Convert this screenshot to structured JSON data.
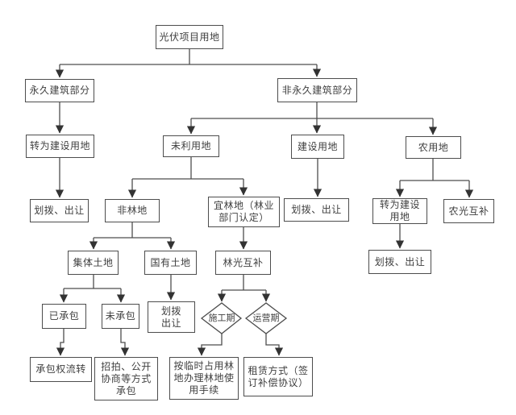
{
  "diagram": {
    "type": "flowchart",
    "title_node": "光伏项目用地",
    "nodes": {
      "pv_project_land": {
        "label": "光伏项目用地",
        "shape": "rect"
      },
      "permanent_building": {
        "label": "永久建筑部分",
        "shape": "rect"
      },
      "non_permanent_building": {
        "label": "非永久建筑部分",
        "shape": "rect"
      },
      "perm_convert_to_construction": {
        "label": "转为建设用地",
        "shape": "rect"
      },
      "perm_allocation_transfer": {
        "label": "划拨、出让",
        "shape": "rect"
      },
      "unused_land": {
        "label": "未利用地",
        "shape": "rect"
      },
      "construction_land": {
        "label": "建设用地",
        "shape": "rect"
      },
      "agricultural_land": {
        "label": "农用地",
        "shape": "rect"
      },
      "non_forest_land": {
        "label": "非林地",
        "shape": "rect"
      },
      "suitable_forest_land": {
        "label": "宜林地（林业\n部门认定）",
        "shape": "rect"
      },
      "construction_allocation_transfer": {
        "label": "划拨、出让",
        "shape": "rect"
      },
      "agri_convert_to_construction": {
        "label": "转为建设\n用地",
        "shape": "rect"
      },
      "agri_pv_complement": {
        "label": "农光互补",
        "shape": "rect"
      },
      "agri_allocation_transfer": {
        "label": "划拨、出让",
        "shape": "rect"
      },
      "collective_land": {
        "label": "集体土地",
        "shape": "rect"
      },
      "state_owned_land": {
        "label": "国有土地",
        "shape": "rect"
      },
      "forest_pv_complement": {
        "label": "林光互补",
        "shape": "rect"
      },
      "contracted": {
        "label": "已承包",
        "shape": "rect"
      },
      "not_contracted": {
        "label": "未承包",
        "shape": "rect"
      },
      "state_allocation_transfer": {
        "label": "划拨\n出让",
        "shape": "rect"
      },
      "construction_period": {
        "label": "施工期",
        "shape": "diamond"
      },
      "operation_period": {
        "label": "运营期",
        "shape": "diamond"
      },
      "contract_right_transfer": {
        "label": "承包权流转",
        "shape": "rect"
      },
      "bidding_contract": {
        "label": "招拍、公开\n协商等方式\n承包",
        "shape": "rect"
      },
      "temp_forest_procedure": {
        "label": "按临时占用林\n地办理林地使\n用手续",
        "shape": "rect"
      },
      "lease_compensation": {
        "label": "租赁方式（签\n订补偿协议）",
        "shape": "rect"
      }
    },
    "edges": [
      {
        "from": "pv_project_land",
        "to": "permanent_building"
      },
      {
        "from": "pv_project_land",
        "to": "non_permanent_building"
      },
      {
        "from": "permanent_building",
        "to": "perm_convert_to_construction"
      },
      {
        "from": "perm_convert_to_construction",
        "to": "perm_allocation_transfer"
      },
      {
        "from": "non_permanent_building",
        "to": "unused_land"
      },
      {
        "from": "non_permanent_building",
        "to": "construction_land"
      },
      {
        "from": "non_permanent_building",
        "to": "agricultural_land"
      },
      {
        "from": "unused_land",
        "to": "non_forest_land"
      },
      {
        "from": "unused_land",
        "to": "suitable_forest_land"
      },
      {
        "from": "construction_land",
        "to": "construction_allocation_transfer"
      },
      {
        "from": "agricultural_land",
        "to": "agri_convert_to_construction"
      },
      {
        "from": "agricultural_land",
        "to": "agri_pv_complement"
      },
      {
        "from": "agri_convert_to_construction",
        "to": "agri_allocation_transfer"
      },
      {
        "from": "non_forest_land",
        "to": "collective_land"
      },
      {
        "from": "non_forest_land",
        "to": "state_owned_land"
      },
      {
        "from": "suitable_forest_land",
        "to": "forest_pv_complement"
      },
      {
        "from": "collective_land",
        "to": "contracted"
      },
      {
        "from": "collective_land",
        "to": "not_contracted"
      },
      {
        "from": "state_owned_land",
        "to": "state_allocation_transfer"
      },
      {
        "from": "forest_pv_complement",
        "to": "construction_period"
      },
      {
        "from": "forest_pv_complement",
        "to": "operation_period"
      },
      {
        "from": "contracted",
        "to": "contract_right_transfer"
      },
      {
        "from": "not_contracted",
        "to": "bidding_contract"
      },
      {
        "from": "construction_period",
        "to": "temp_forest_procedure"
      },
      {
        "from": "operation_period",
        "to": "lease_compensation"
      }
    ]
  },
  "colors": {
    "line": "#4d4d4d",
    "text": "#3f3f3f",
    "node_fill": "#ffffff",
    "background": "#ffffff",
    "arrow": "#333333"
  }
}
